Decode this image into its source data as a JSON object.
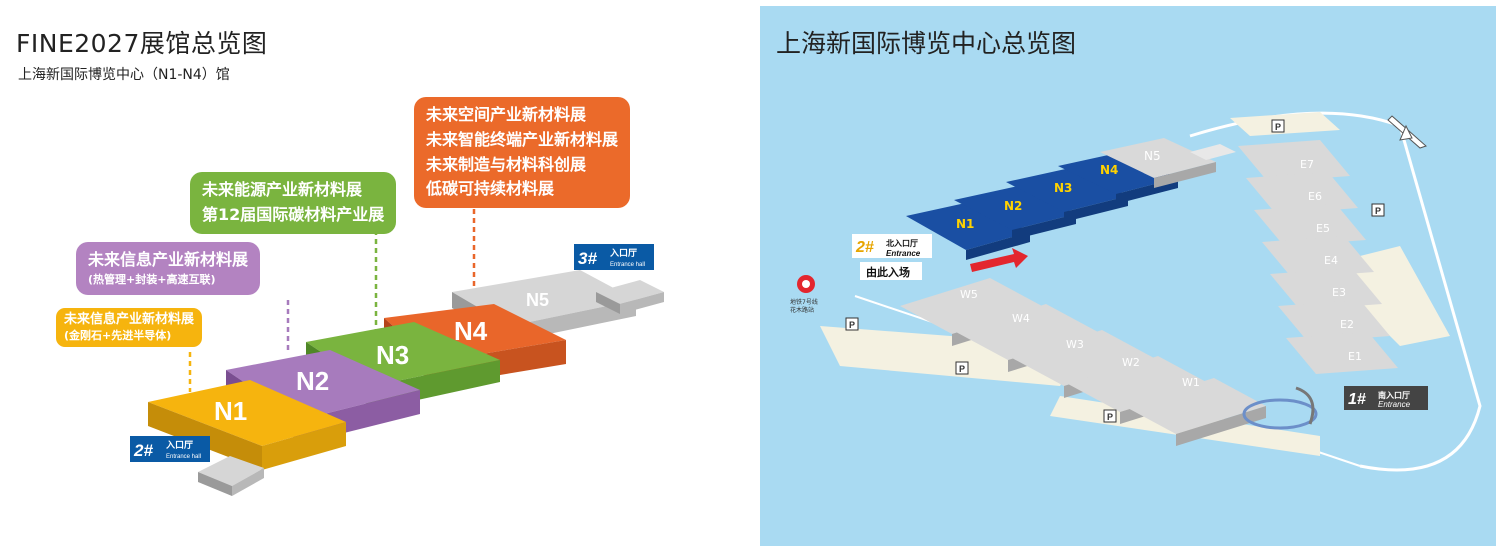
{
  "left": {
    "title": "FINE2027展馆总览图",
    "subtitle": "上海新国际博览中心（N1-N4）馆",
    "callouts": [
      {
        "lines": [
          "未来信息产业新材料展",
          "(金刚石+先进半导体)"
        ]
      },
      {
        "lines": [
          "未来信息产业新材料展",
          "(热管理+封装+高速互联)"
        ]
      },
      {
        "lines": [
          "未来能源产业新材料展",
          "第12届国际碳材料产业展"
        ]
      },
      {
        "lines": [
          "未来空间产业新材料展",
          "未来智能终端产业新材料展",
          "未来制造与材料科创展",
          "低碳可持续材料展"
        ]
      }
    ],
    "halls": [
      "N1",
      "N2",
      "N3",
      "N4",
      "N5"
    ],
    "entrances": [
      {
        "num": "2#",
        "cn": "入口厅",
        "en": "Entrance hall"
      },
      {
        "num": "3#",
        "cn": "入口厅",
        "en": "Entrance hall"
      }
    ],
    "colors": {
      "N1": "#f6b40e",
      "N2": "#a77bbd",
      "N3": "#7ab43f",
      "N4": "#e9662a",
      "N5": "#d2d2d2",
      "badge": "#0a5aa5"
    }
  },
  "right": {
    "title": "上海新国际博览中心总览图",
    "north_halls": [
      "N1",
      "N2",
      "N3",
      "N4",
      "N5"
    ],
    "east_halls": [
      "E7",
      "E6",
      "E5",
      "E4",
      "E3",
      "E2",
      "E1"
    ],
    "west_halls": [
      "W5",
      "W4",
      "W3",
      "W2",
      "W1"
    ],
    "entrance2": {
      "num": "2#",
      "cn": "北入口厅",
      "en": "Entrance",
      "note": "由此入场"
    },
    "entrance1": {
      "num": "1#",
      "cn": "南入口厅",
      "en": "Entrance"
    },
    "metro": [
      "地铁7号线",
      "花木路站"
    ],
    "parking": "P",
    "colors": {
      "background": "#a9daf2",
      "north": "#1a4fa3",
      "hall": "#d9d9d9",
      "arrow": "#e3262e",
      "badge": "#444444"
    }
  }
}
